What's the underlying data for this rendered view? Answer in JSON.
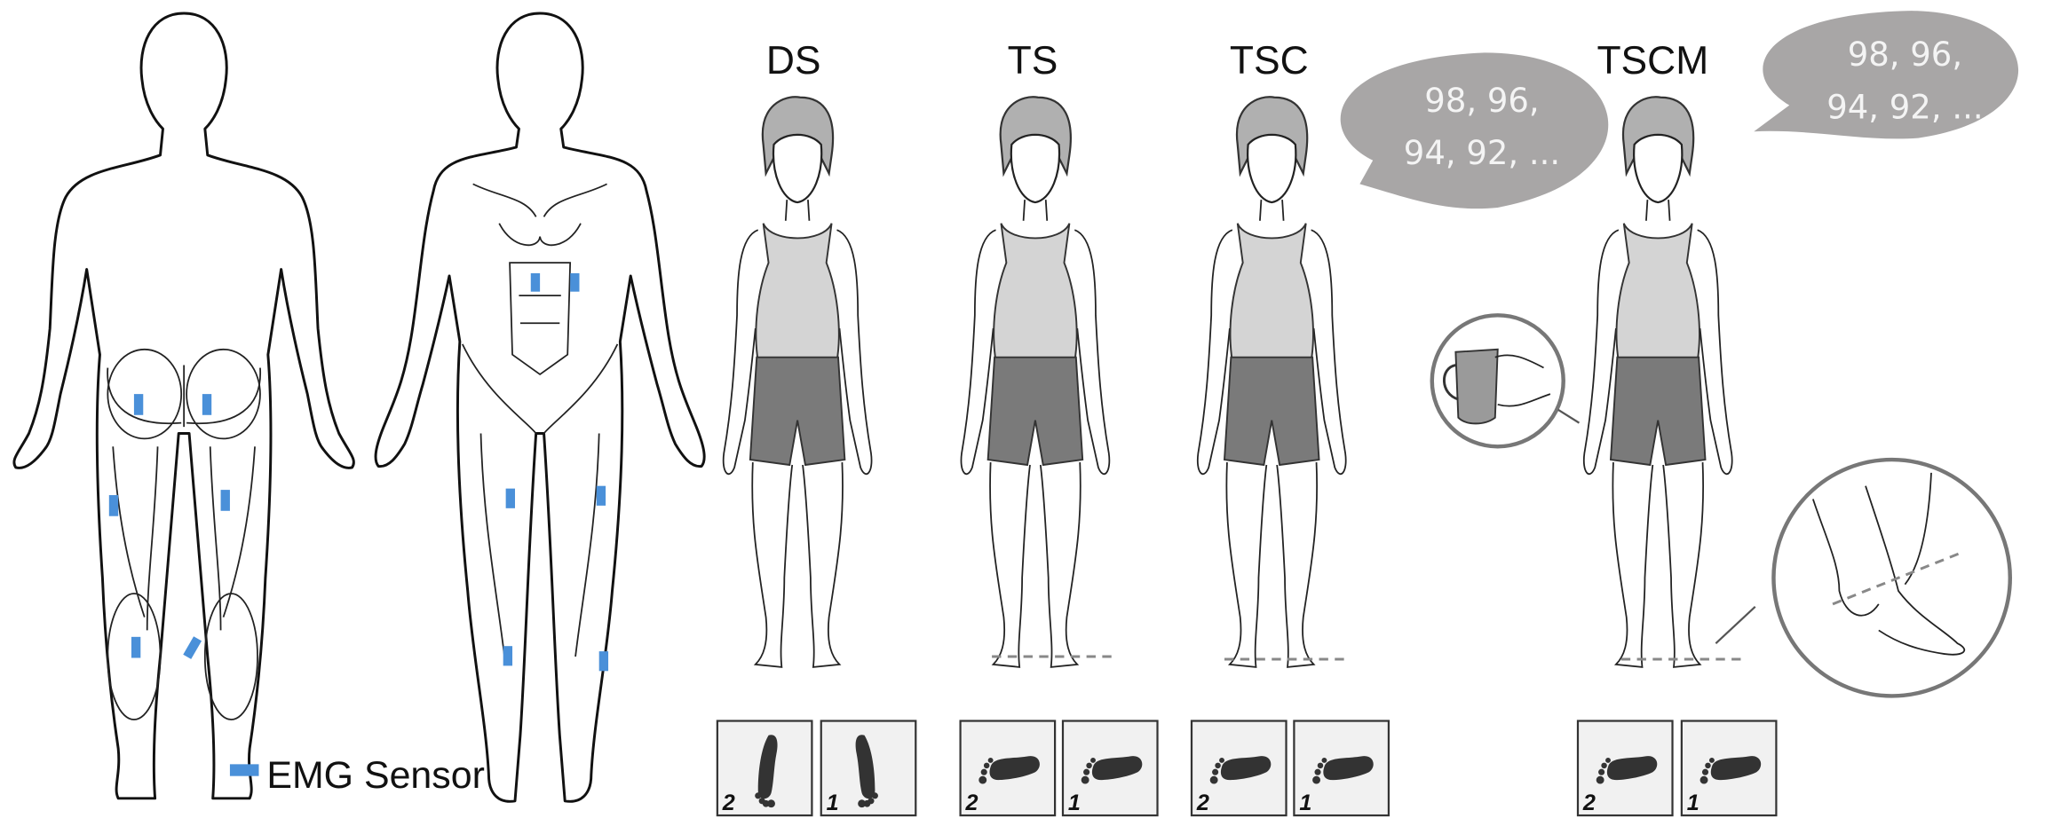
{
  "conditions": [
    {
      "label": "DS"
    },
    {
      "label": "TS"
    },
    {
      "label": "TSC"
    },
    {
      "label": "TSCM"
    }
  ],
  "speech_bubbles": [
    {
      "line1": "98, 96,",
      "line2": "94, 92, ..."
    },
    {
      "line1": "98, 96,",
      "line2": "94, 92, ..."
    }
  ],
  "legend": {
    "label": "EMG Sensor",
    "color": "#4a90d9"
  },
  "foot_boxes": {
    "left_number": "2",
    "right_number": "1"
  },
  "colors": {
    "top": "#d4d4d4",
    "shorts": "#7a7a7a",
    "bubble": "#a8a6a6",
    "hair": "#b0b0b0"
  }
}
